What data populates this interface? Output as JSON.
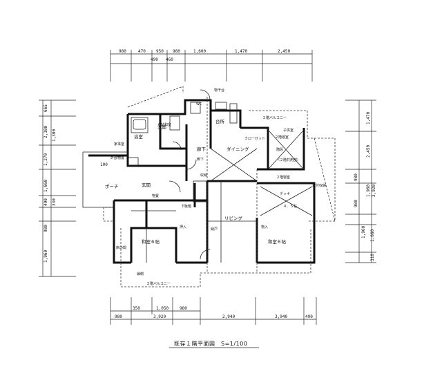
{
  "title": "既存１階平面図　S=1/100",
  "top_dims_row1": [
    "980",
    "470",
    "950",
    "980",
    "1,600",
    "1,470",
    "2,450"
  ],
  "top_dims_row2": [
    "490",
    "460"
  ],
  "bottom_dims_row1": [
    "350",
    "1,050",
    "980"
  ],
  "bottom_dims_row2": [
    "980",
    "3,920",
    "2,940",
    "3,940",
    "490"
  ],
  "left_dims": [
    "665",
    "1,300",
    "2,100",
    "1,270",
    "1,660",
    "490",
    "330",
    "980",
    "1,960"
  ],
  "left_mid_dim": "100",
  "right_dims": [
    "1,470",
    "2,450",
    "980",
    "1,960",
    "3,920",
    "980",
    "1,960",
    "1,660",
    "310"
  ],
  "rooms": {
    "veranda_top": "物干台",
    "wc": "WC",
    "bath": "浴室",
    "washroom": "洗面",
    "kitchen": "台所",
    "entrance_hall": "廊下",
    "dining": "ダイニング",
    "closet_top": "クローゼット",
    "bedroom_top": "２階寝室",
    "utility": "家事室",
    "corridor": "廊下",
    "porch": "ポーチ",
    "entrance": "玄関",
    "storage_shed": "物置",
    "living": "リビング",
    "tatami_west": "和室６帖",
    "closet_west": "押入",
    "tokonoma": "床の間",
    "engawa": "縁側",
    "storage_mid": "納戸",
    "tatami_east": "和室６帖",
    "bedroom_east": "２階寝室",
    "stair": "階段",
    "built_in": "造付収納",
    "deck": "デッキ",
    "pit": "物入",
    "nursery": "子供室",
    "below_eave_top": "２階バルコニー",
    "below_eave_bottom": "２階バルコニー",
    "shoes": "下駄箱",
    "outdoor": "外部物置",
    "room_6": "６帖和室",
    "room_4": "４．５帖",
    "storage_c": "収納",
    "note_stair": "（２階共用部）"
  }
}
